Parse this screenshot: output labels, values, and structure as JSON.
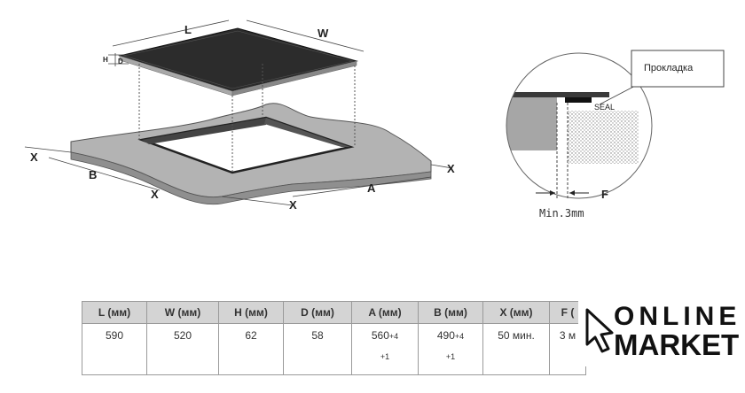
{
  "diagram": {
    "labels": {
      "L": "L",
      "W": "W",
      "H": "H",
      "D": "D",
      "X": "X",
      "B": "B",
      "A": "A",
      "F": "F"
    },
    "callout": "Прокладка",
    "seal": "SEAL",
    "min_clearance": "Min.3mm"
  },
  "table": {
    "headers": [
      "L (мм)",
      "W (мм)",
      "H (мм)",
      "D (мм)",
      "A (мм)",
      "B (мм)",
      "X (мм)",
      "F ("
    ],
    "row": [
      {
        "value": "590"
      },
      {
        "value": "520"
      },
      {
        "value": "62"
      },
      {
        "value": "58"
      },
      {
        "value": "560",
        "tol_plus": "+4",
        "tol_minus": "+1"
      },
      {
        "value": "490",
        "tol_plus": "+4",
        "tol_minus": "+1"
      },
      {
        "value": "50 мин."
      },
      {
        "value": "3 м"
      }
    ]
  },
  "logo": {
    "line1": "ONLINE",
    "line2": "MARKET"
  }
}
